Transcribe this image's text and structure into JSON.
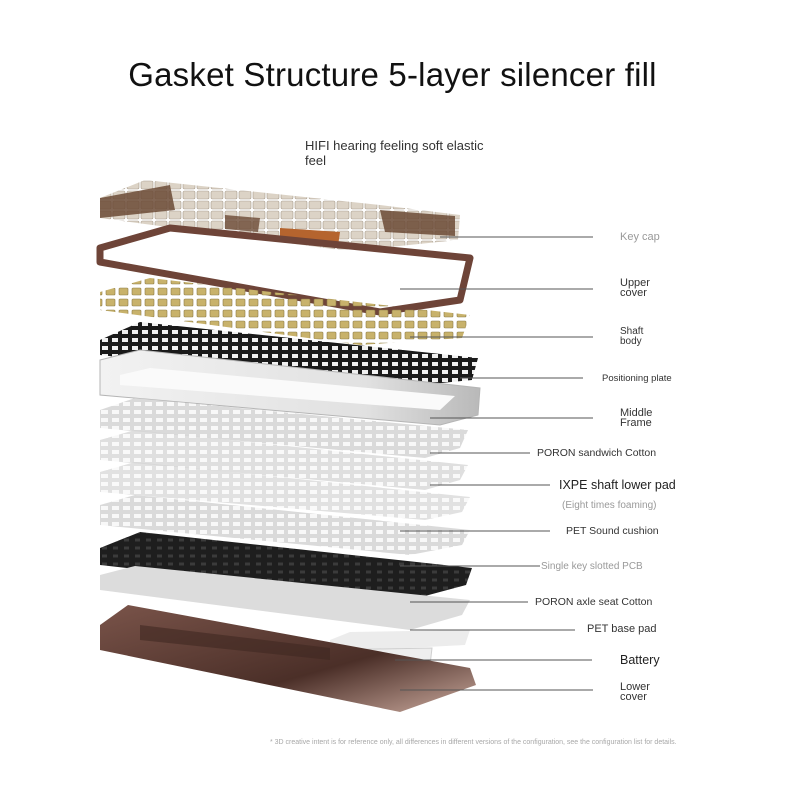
{
  "title": "Gasket Structure 5-layer silencer fill",
  "subtitle": "HIFI hearing feeling soft elastic feel",
  "layers": {
    "key_cap": "Key cap",
    "upper_cover": "Upper cover",
    "shaft_body": "Shaft body",
    "positioning_plate": "Positioning plate",
    "middle_frame": "Middle Frame",
    "poron_sandwich": "PORON sandwich Cotton",
    "ixpe_pad": "IXPE shaft lower pad",
    "ixpe_note": "(Eight times foaming)",
    "pet_cushion": "PET Sound cushion",
    "pcb": "Single key slotted PCB",
    "poron_axle": "PORON axle seat Cotton",
    "pet_base": "PET base pad",
    "battery": "Battery",
    "lower_cover": "Lower cover"
  },
  "footnote": "* 3D creative intent is for reference only, all differences in different versions of the configuration, see the configuration list for details.",
  "colors": {
    "keycap_beige": "#d8cfc2",
    "keycap_brown": "#6b4a35",
    "keycap_orange": "#b5642e",
    "frame_brown": "#6e4438",
    "switch_yellow": "#c9b36a",
    "plate_black": "#1d1d1d",
    "foam_gray": "#d9d9d9",
    "case_brown": "#5a3a30"
  }
}
